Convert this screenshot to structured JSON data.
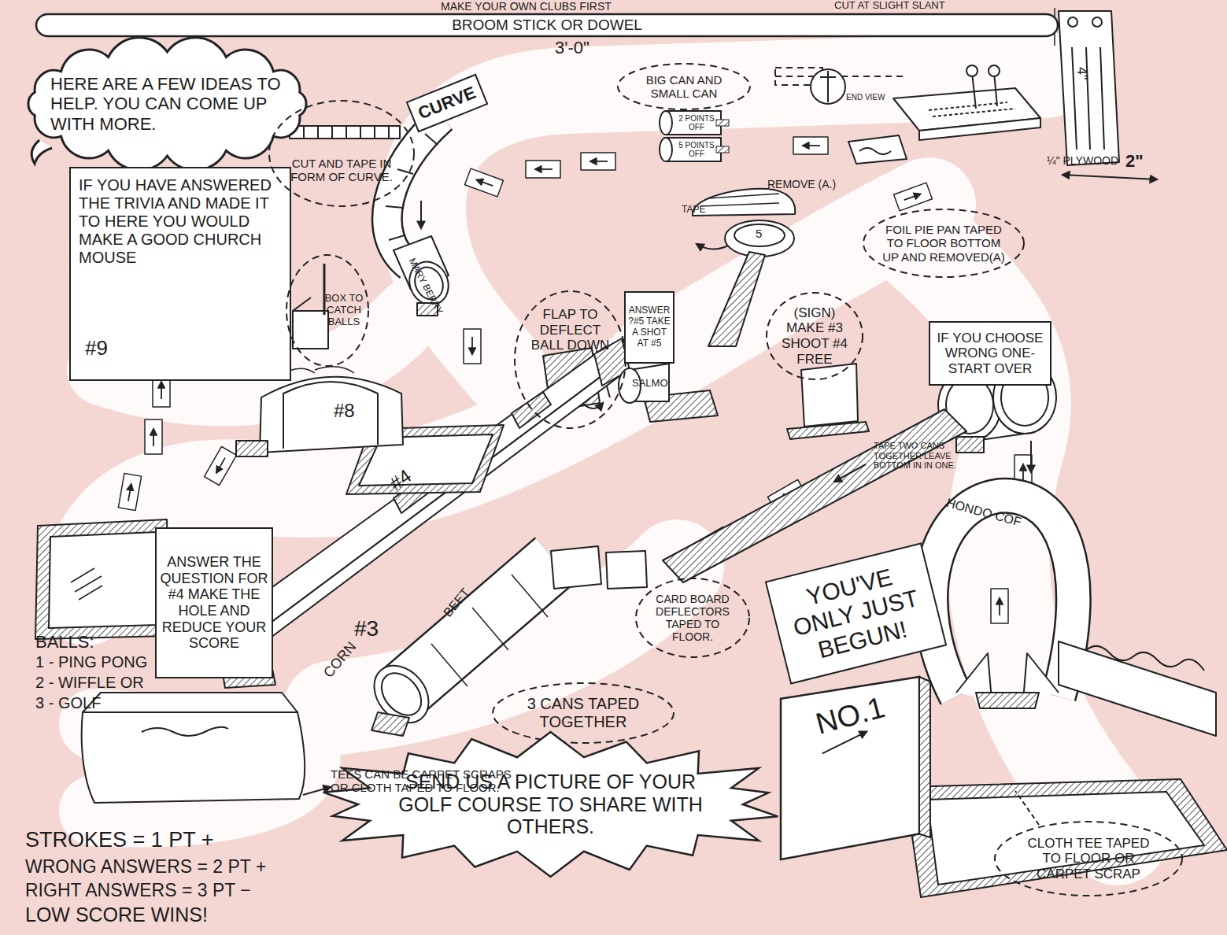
{
  "diagram": {
    "nodes": [
      {
        "text": [
          "BROOM STICK OR DOWEL"
        ]
      },
      {
        "text": [
          "HERE ARE A FEW IDEAS TO HELP. YOU CAN COME UP WITH MORE."
        ]
      },
      {
        "text": [
          "IF YOU HAVE ANSWERED THE TRIVIA AND MADE IT TO HERE YOU WOULD MAKE A GOOD CHURCH MOUSE"
        ]
      },
      {
        "text": [
          "CURVE"
        ]
      },
      {
        "text": [
          "CUT AND TAPE IN FORM OF CURVE."
        ]
      },
      {
        "text": [
          "BIG CAN AND SMALL CAN"
        ]
      },
      {
        "text": [
          "2 POINTS OFF"
        ]
      },
      {
        "text": [
          "5 POINTS OFF"
        ]
      },
      {
        "text": [
          "FOIL PIE PAN TAPED TO FLOOR BOTTOM UP AND REMOVED(A)"
        ]
      },
      {
        "text": [
          "BOX TO CATCH BALLS"
        ]
      },
      {
        "text": [
          "FLAP TO DEFLECT BALL DOWN"
        ]
      },
      {
        "text": [
          "ANSWER ?#5 TAKE A SHOT AT #5"
        ]
      },
      {
        "text": [
          "(SIGN) MAKE #3 SHOOT #4 FREE"
        ]
      },
      {
        "text": [
          "IF YOU CHOOSE WRONG ONE-START OVER"
        ]
      },
      {
        "text": [
          "ANSWER THE QUESTION FOR #4 MAKE THE HOLE AND REDUCE YOUR SCORE"
        ]
      },
      {
        "text": [
          "CARD BOARD DEFLECTORS TAPED TO FLOOR."
        ]
      },
      {
        "text": [
          "3 CANS TAPED TOGETHER"
        ]
      },
      {
        "text": [
          "YOU'VE ONLY JUST BEGUN!"
        ]
      },
      {
        "text": [
          "NO.1"
        ]
      },
      {
        "text": [
          "SEND US A PICTURE OF YOUR GOLF COURSE TO SHARE WITH OTHERS."
        ]
      },
      {
        "text": [
          "CLOTH TEE TAPED TO FLOOR OR CARPET SCRAP"
        ]
      }
    ],
    "labels": [
      "MAKE YOUR OWN CLUBS FIRST",
      "CUT AT SLIGHT SLANT",
      "3'-0\"",
      "END VIEW",
      "4\"",
      "¼\" PLYWOOD",
      "2\"",
      "REMOVE (A.)",
      "TAPE",
      "5",
      "#9",
      "MARY BERRY",
      "#8",
      "SALMO",
      "#4",
      "BEET",
      "#3",
      "CORN",
      "TAPE TWO CANS TOGETHER LEAVE BOTTOM IN IN ONE.",
      "HONDO COF",
      "BALLS:",
      "1 - PING PONG",
      "2 - WIFFLE OR",
      "3 - GOLF",
      "TEES CAN BE CARPET SCRAPS OR CLOTH TAPED TO FLOOR.",
      "STROKES = 1 PT +",
      "WRONG ANSWERS = 2 PT +",
      "RIGHT ANSWERS = 3 PT −",
      "LOW SCORE WINS!"
    ]
  }
}
